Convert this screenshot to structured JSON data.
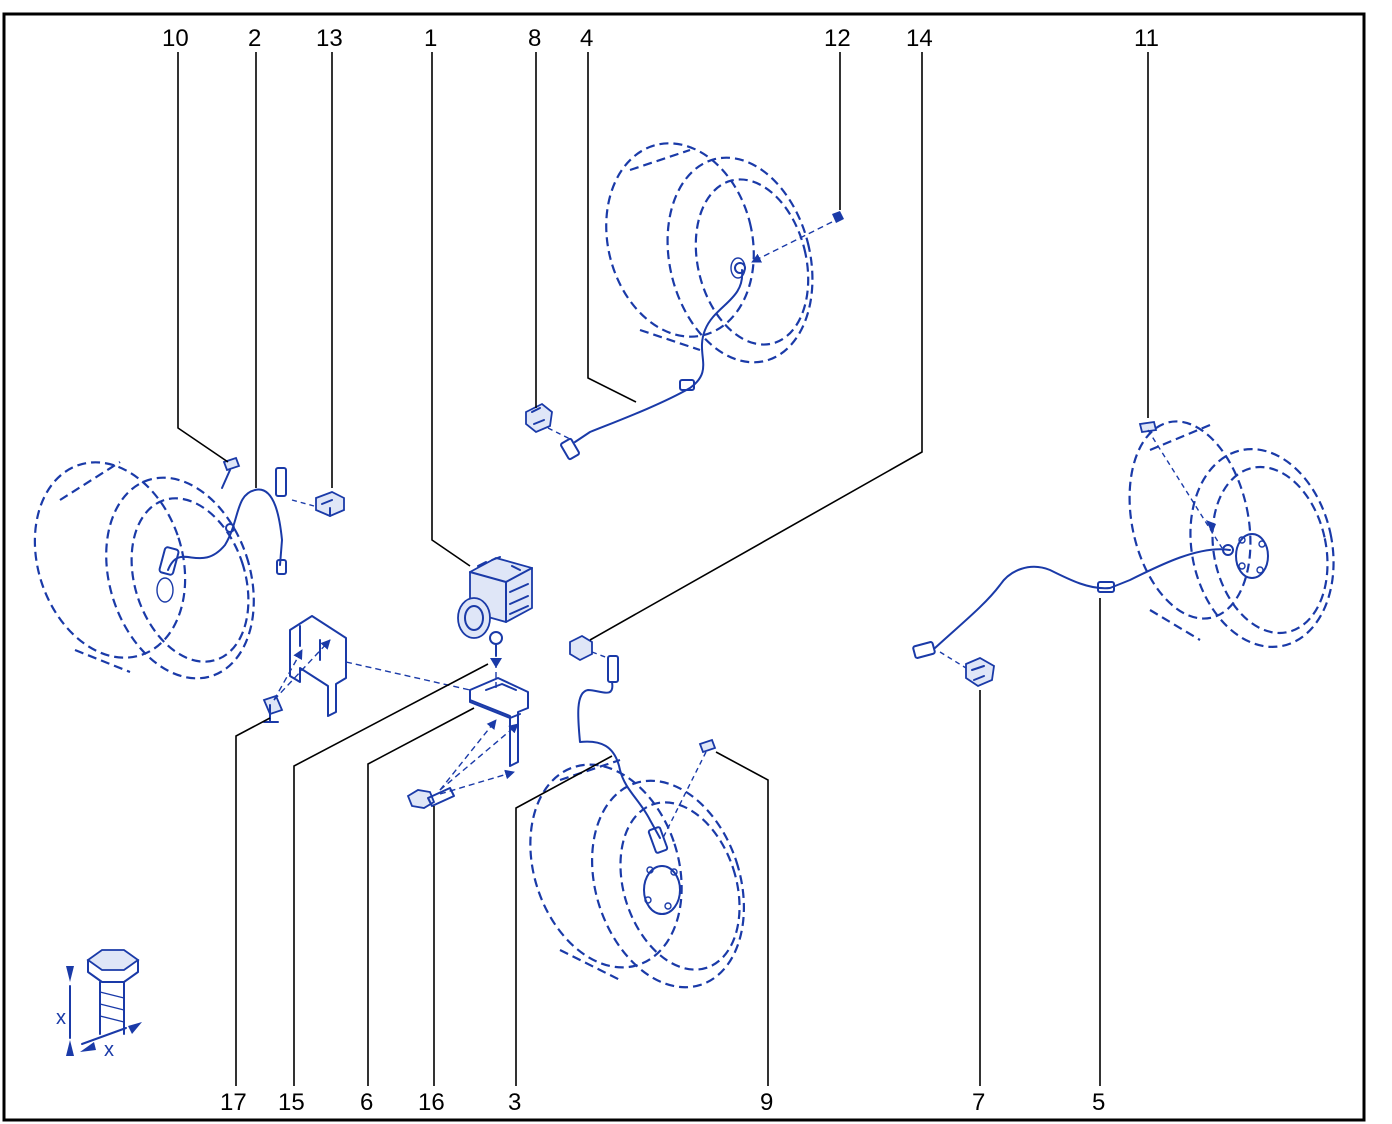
{
  "colors": {
    "ink": "#1a3aa8",
    "frame": "#000000"
  },
  "callouts": [
    {
      "id": "10",
      "label": "10"
    },
    {
      "id": "2",
      "label": "2"
    },
    {
      "id": "13",
      "label": "13"
    },
    {
      "id": "1",
      "label": "1"
    },
    {
      "id": "8",
      "label": "8"
    },
    {
      "id": "4",
      "label": "4"
    },
    {
      "id": "12",
      "label": "12"
    },
    {
      "id": "14",
      "label": "14"
    },
    {
      "id": "11",
      "label": "11"
    },
    {
      "id": "17",
      "label": "17"
    },
    {
      "id": "15",
      "label": "15"
    },
    {
      "id": "6",
      "label": "6"
    },
    {
      "id": "16",
      "label": "16"
    },
    {
      "id": "3",
      "label": "3"
    },
    {
      "id": "9",
      "label": "9"
    },
    {
      "id": "7",
      "label": "7"
    },
    {
      "id": "5",
      "label": "5"
    }
  ],
  "torque_symbol": {
    "dim_label_vertical": "x",
    "dim_label_horizontal": "x"
  }
}
